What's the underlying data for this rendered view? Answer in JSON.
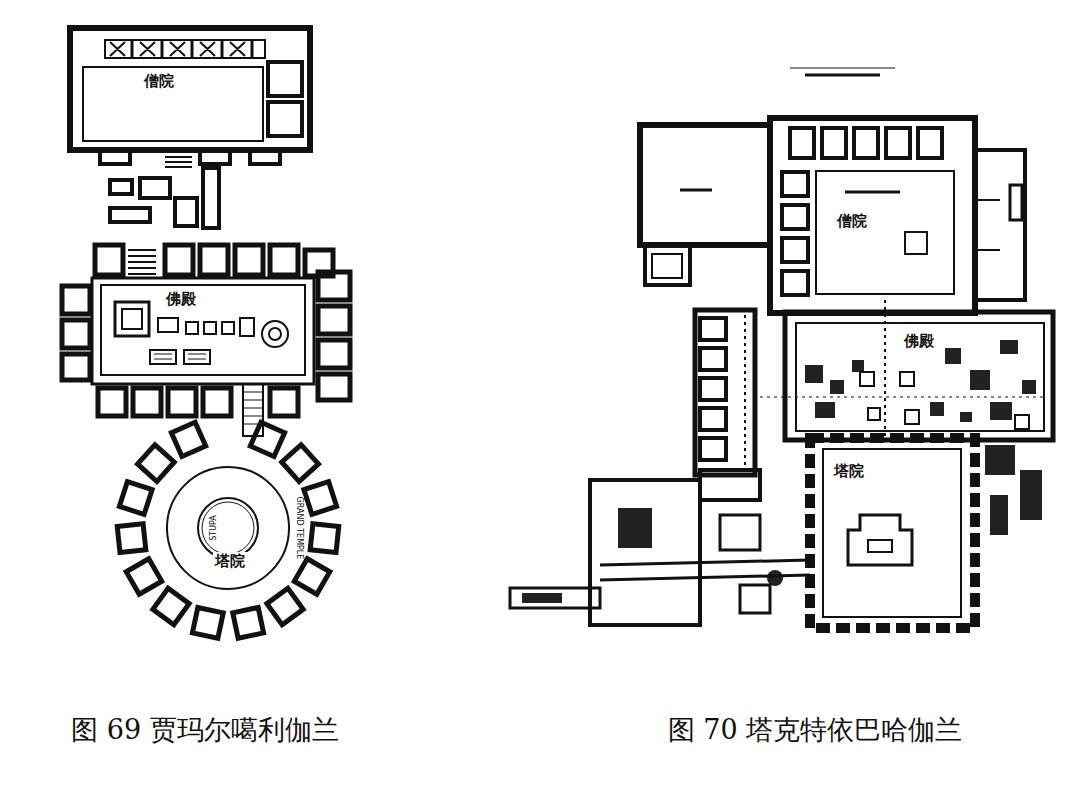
{
  "diagram": {
    "nodes": [
      {
        "text": [
          "僧院"
        ]
      },
      {
        "text": [
          "佛殿"
        ]
      },
      {
        "text": [
          "塔院"
        ]
      },
      {
        "text": [
          "僧院"
        ]
      },
      {
        "text": [
          "佛殿"
        ]
      },
      {
        "text": [
          "塔院"
        ]
      }
    ],
    "labels": [
      "STUPA",
      "GRAND TEMPLE",
      "图 69 贾玛尔噶利伽兰",
      "图 70 塔克特依巴哈伽兰"
    ]
  }
}
